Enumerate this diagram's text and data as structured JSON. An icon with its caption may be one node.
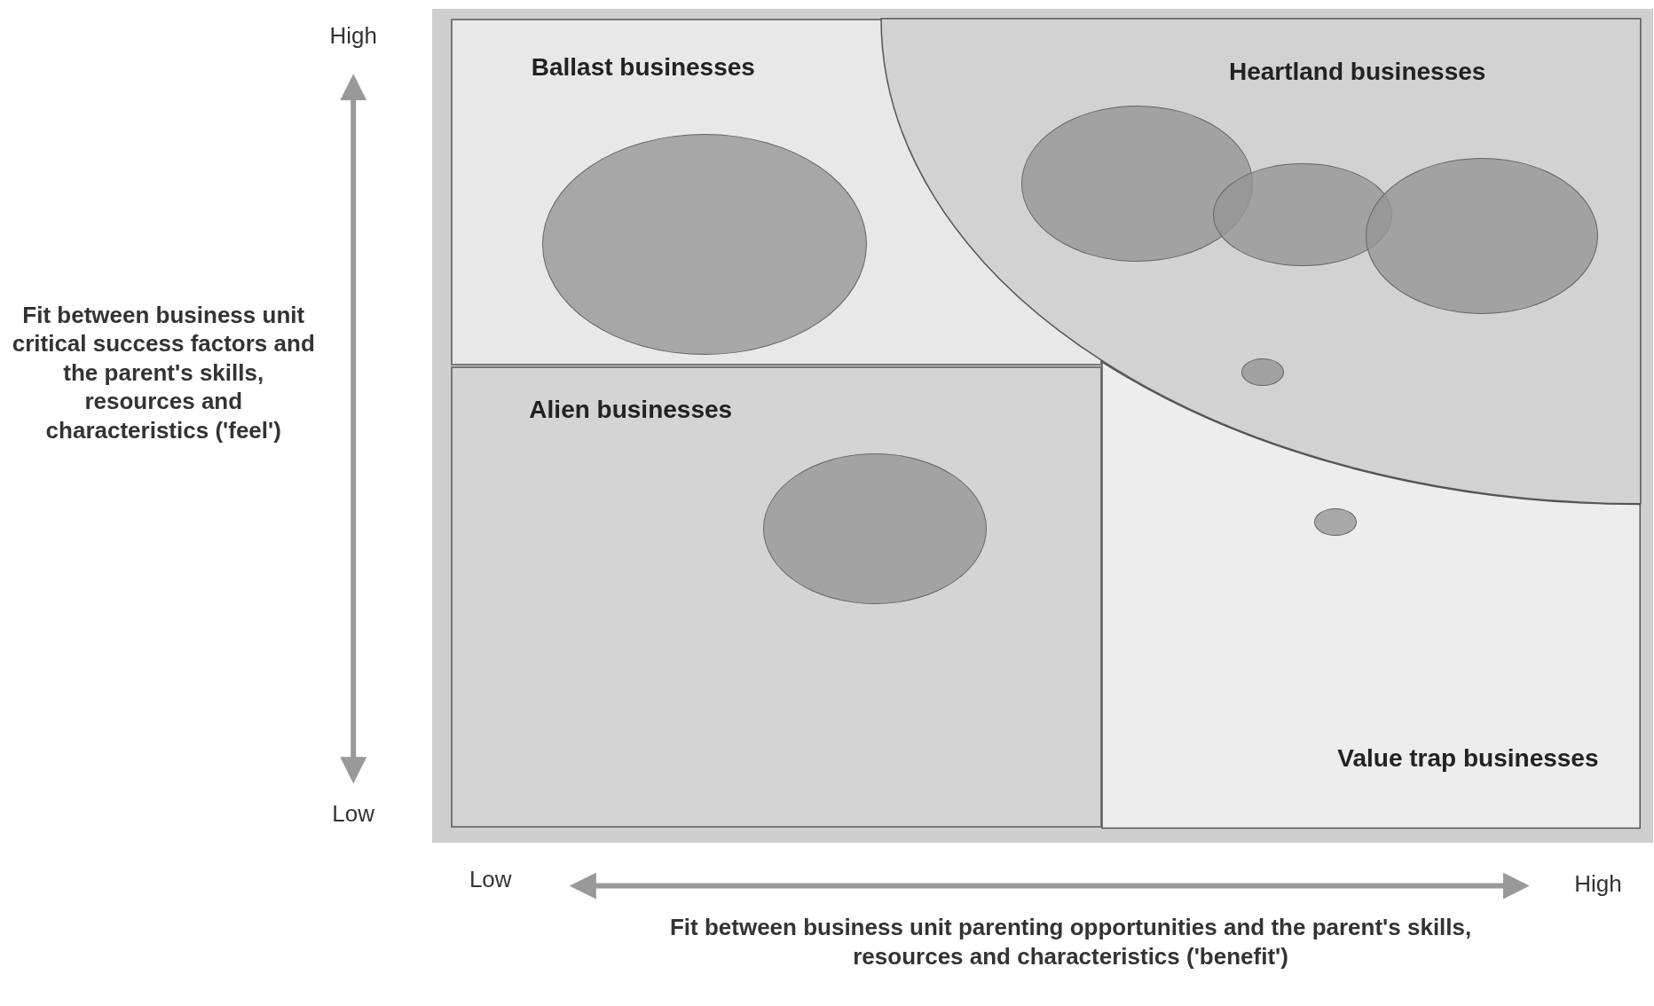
{
  "diagram": {
    "nodes": [
      {
        "text": [
          "Ballast businesses"
        ]
      },
      {
        "text": [],
        "shape": "circle",
        "in": 0
      },
      {
        "text": [
          "Heartland businesses"
        ]
      },
      {
        "text": [],
        "shape": "circle",
        "in": 2
      },
      {
        "text": [],
        "shape": "circle",
        "in": 2
      },
      {
        "text": [],
        "shape": "circle",
        "in": 2
      },
      {
        "text": [],
        "shape": "circle",
        "in": 2
      },
      {
        "text": [
          "Alien businesses"
        ]
      },
      {
        "text": [],
        "shape": "circle",
        "in": 7
      },
      {
        "text": [
          "Value trap businesses"
        ]
      },
      {
        "text": [],
        "shape": "circle",
        "in": 9
      }
    ],
    "labels": [
      "High",
      "Fit between business unit critical success factors and the parent's skills, resources and characteristics ('feel')",
      "Low",
      "Low",
      "High",
      "Fit between business unit parenting opportunities and the parent's skills, resources and characteristics ('benefit')"
    ]
  }
}
